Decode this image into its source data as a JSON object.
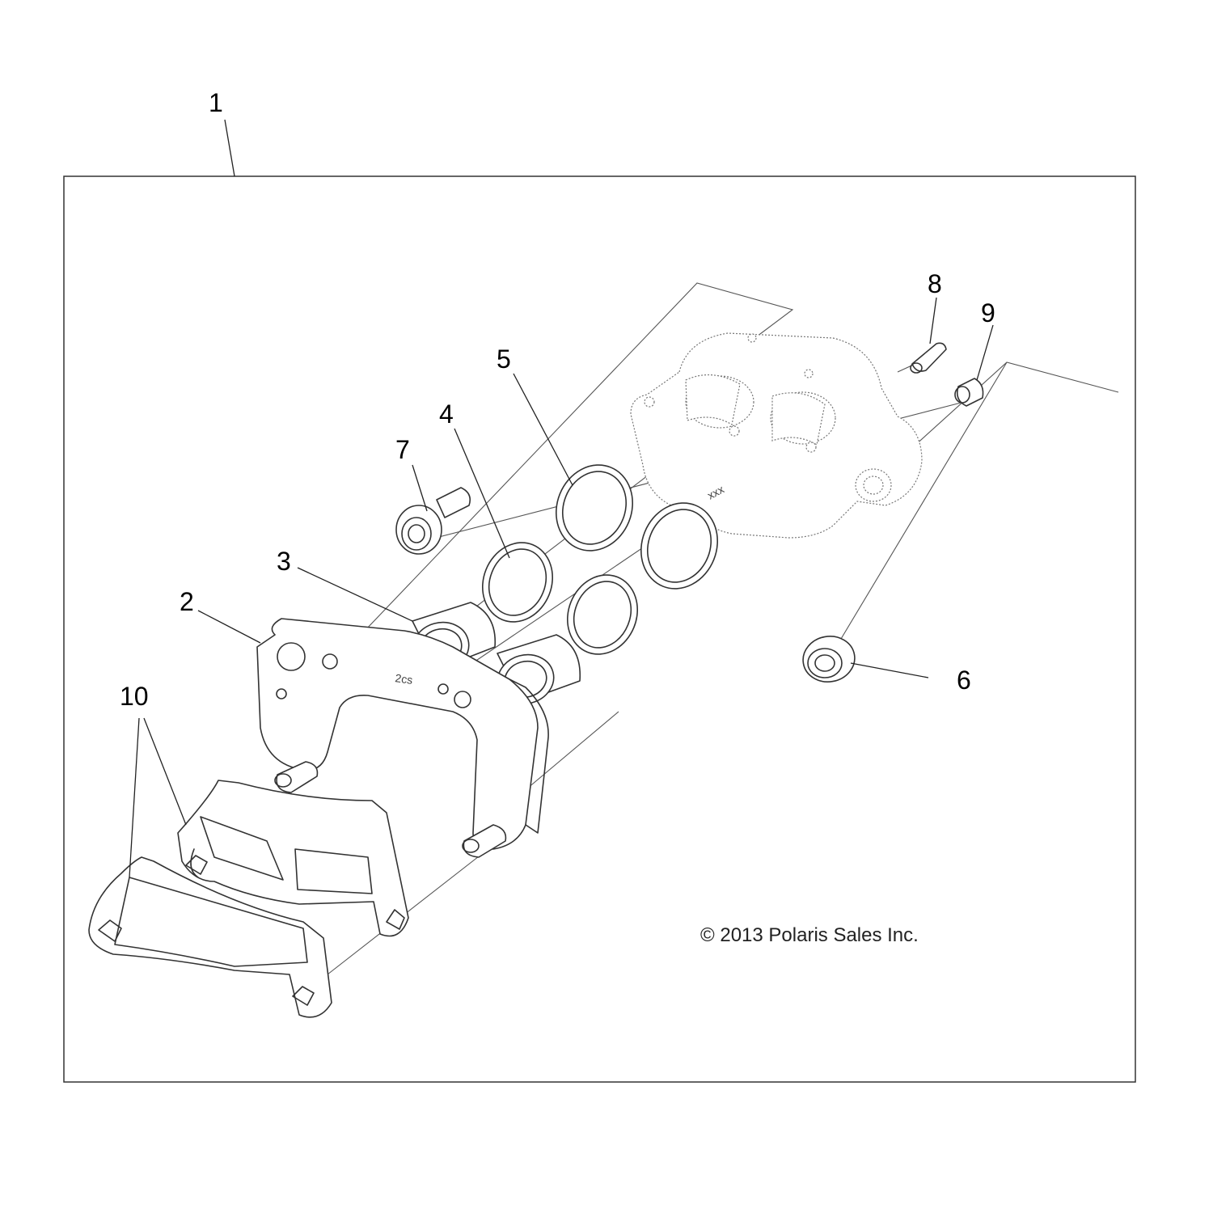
{
  "diagram": {
    "callouts": [
      {
        "id": "1",
        "label": "1"
      },
      {
        "id": "2",
        "label": "2"
      },
      {
        "id": "3",
        "label": "3"
      },
      {
        "id": "4",
        "label": "4"
      },
      {
        "id": "5",
        "label": "5"
      },
      {
        "id": "6",
        "label": "6"
      },
      {
        "id": "7",
        "label": "7"
      },
      {
        "id": "8",
        "label": "8"
      },
      {
        "id": "9",
        "label": "9"
      },
      {
        "id": "10",
        "label": "10"
      }
    ],
    "copyright": "© 2013 Polaris Sales Inc.",
    "bracket_stamp": "2cs",
    "body_stamp": "xxx"
  },
  "colors": {
    "line": "#333333",
    "background": "#ffffff"
  }
}
